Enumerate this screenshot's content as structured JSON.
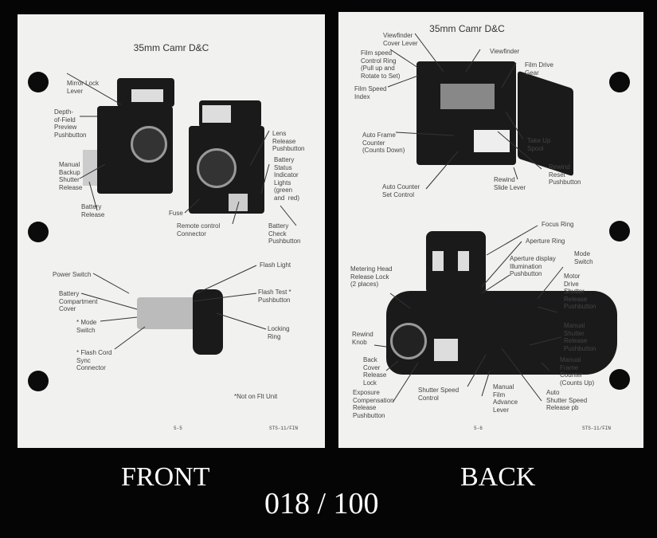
{
  "front": {
    "title": "35mm Camr D&C",
    "labels": [
      "Mirror Lock\nLever",
      "Depth-\nof-Field\nPreview\nPushbutton",
      "Manual\nBackup\nShutter\nRelease",
      "Battery\nRelease",
      "Lens\nRelease\nPushbutton",
      "Battery\nStatus\nIndicator\nLights\n(green\nand  red)",
      "Fuse",
      "Remote control\nConnector",
      "Battery\nCheck\nPushbutton",
      "Power Switch",
      "Battery\nCompartment\nCover",
      "* Mode\nSwitch",
      "* Flash Cord\nSync\nConnector",
      "Flash Light",
      "Flash Test *\nPushbutton",
      "Locking\nRing"
    ],
    "note": "*Not on Flt Unit",
    "page_number": "5-5",
    "doc_code": "STS-11/FIN"
  },
  "back": {
    "title": "35mm Camr D&C",
    "labels": [
      "Viewfinder\nCover Lever",
      "Film speed\nControl Ring\n(Pull up and\nRotate to Set)",
      "Viewfinder",
      "Film Drive\nGear",
      "Film Speed\nIndex",
      "Auto Frame\nCounter\n(Counts Down)",
      "Take Up\nSpool",
      "Rewind\nReset\nPushbutton",
      "Rewind\nSlide Lever",
      "Auto Counter\nSet Control",
      "Focus Ring",
      "Aperture Ring",
      "Aperture display\nIllumination\nPushbutton",
      "Mode\nSwitch",
      "Metering Head\nRelease Lock\n(2 places)",
      "Motor\nDrive\nShutter\nRelease\nPushbutton",
      "Rewind\nKnob",
      "Manual\nShutter\nRelease\nPushbutton",
      "Back\nCover\nRelease\nLock",
      "Manual\nFrame\nCounter\n(Counts Up)",
      "Shutter Speed\nControl",
      "Exposure\nCompensation\nRelease\nPushbutton",
      "Manual\nFilm\nAdvance\nLever",
      "Auto\nShutter Speed\nRelease pb"
    ],
    "page_number": "5-6",
    "doc_code": "STS-11/FIN"
  },
  "captions": {
    "front": "FRONT",
    "back": "BACK",
    "counter": "018 / 100"
  }
}
